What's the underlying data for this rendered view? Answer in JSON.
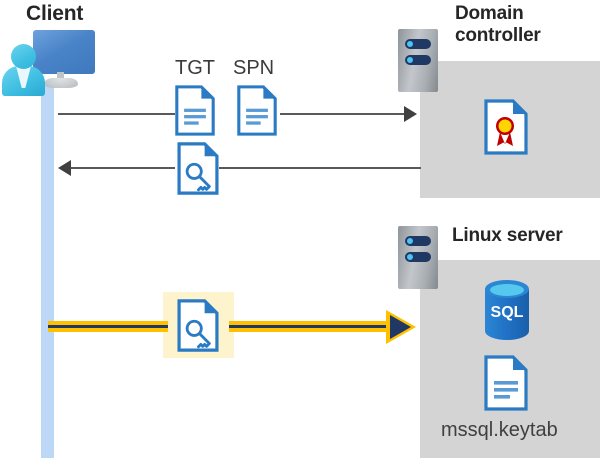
{
  "diagram": {
    "type": "sequence-flow",
    "title_client": "Client",
    "nodes": {
      "client": {
        "label": "Client",
        "icon": "user-workstation-icon"
      },
      "domain_controller": {
        "label": "Domain controller",
        "icon": "server-rack-icon",
        "contents": [
          {
            "icon": "certificate-document-icon",
            "label": ""
          }
        ]
      },
      "linux_server": {
        "label": "Linux server",
        "icon": "server-rack-icon",
        "contents": [
          {
            "icon": "sql-database-icon",
            "label": "SQL"
          },
          {
            "icon": "document-icon",
            "label": "mssql.keytab"
          }
        ]
      }
    },
    "messages": [
      {
        "id": "req",
        "from": "client",
        "to": "domain_controller",
        "direction": "right",
        "artifacts": [
          {
            "label": "TGT",
            "icon": "document-icon"
          },
          {
            "label": "SPN",
            "icon": "document-icon"
          }
        ],
        "color": "#595959"
      },
      {
        "id": "resp",
        "from": "domain_controller",
        "to": "client",
        "direction": "left",
        "artifacts": [
          {
            "label": "",
            "icon": "key-document-icon"
          }
        ],
        "color": "#595959"
      },
      {
        "id": "auth",
        "from": "client",
        "to": "linux_server",
        "direction": "right",
        "artifacts": [
          {
            "label": "",
            "icon": "key-document-icon",
            "highlighted": true
          }
        ],
        "color": "#ffc000"
      }
    ],
    "labels": {
      "tgt": "TGT",
      "spn": "SPN",
      "keytab_file": "mssql.keytab",
      "sql_badge": "SQL"
    },
    "colors": {
      "lifeline": "#bdd7f7",
      "panel": "#d4d4d4",
      "doc_blue": "#2a7ac4",
      "arrow_gray": "#595959",
      "arrow_yellow": "#ffc000",
      "arrow_yellow_core": "#1f3864",
      "highlight": "#fdf3cd",
      "title_text": "#262626",
      "body_text": "#3b3b3b",
      "sql_blue": "#1f6fc4",
      "seal_gold": "#ffd400",
      "seal_red": "#c00000"
    }
  }
}
